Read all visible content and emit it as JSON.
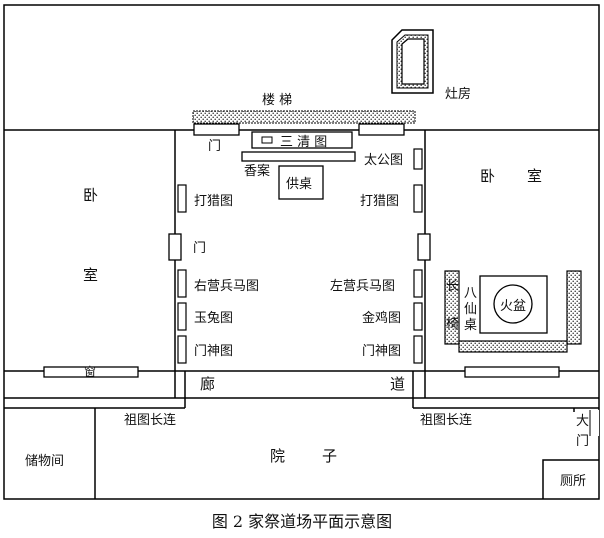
{
  "caption": "图 2  家祭道场平面示意图",
  "rooms": {
    "kitchen": "灶房",
    "bedroom_left_1": "卧",
    "bedroom_left_2": "室",
    "bedroom_right_1": "卧",
    "bedroom_right_2": "室",
    "storage": "储物间",
    "courtyard_1": "院",
    "courtyard_2": "子",
    "toilet": "厕所"
  },
  "labels": {
    "stairs": "楼 梯",
    "door_top": "门",
    "door_left": "门",
    "main_gate_1": "大",
    "main_gate_2": "门",
    "sanqing": "三  清  图",
    "xiangan": "香案",
    "gongzhuo": "供桌",
    "taigong": "太公图",
    "dalie_left": "打猎图",
    "dalie_right": "打猎图",
    "youying": "右营兵马图",
    "zuoying": "左营兵马图",
    "yutu": "玉兔图",
    "jinji": "金鸡图",
    "menshen_left": "门神图",
    "menshen_right": "门神图",
    "window": "窗",
    "corridor_1": "廊",
    "corridor_2": "道",
    "zutu_left": "祖图长连",
    "zutu_right": "祖图长连",
    "chang_1": "长",
    "chang_2": "椅",
    "baxian_1": "八",
    "baxian_2": "仙",
    "baxian_3": "桌",
    "huopen": "火盆"
  }
}
